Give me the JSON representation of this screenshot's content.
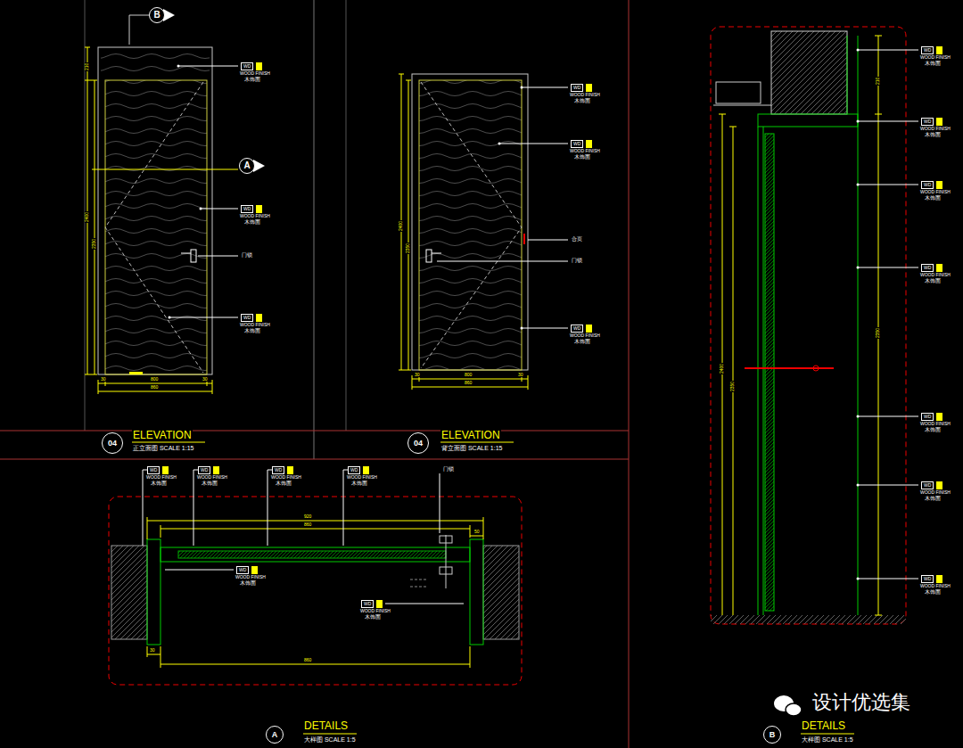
{
  "diagram": {
    "nodes": [
      {
        "text": [
          "B"
        ]
      },
      {
        "text": [
          "A"
        ]
      },
      {
        "text": [
          "WD"
        ]
      },
      {
        "text": [
          "WD"
        ]
      },
      {
        "text": [
          "WD"
        ]
      },
      {
        "text": [
          "WD"
        ]
      },
      {
        "text": [
          "WD"
        ]
      },
      {
        "text": [
          "WD"
        ]
      },
      {
        "text": [
          "WD"
        ]
      },
      {
        "text": [
          "WD"
        ]
      },
      {
        "text": [
          "WD"
        ]
      },
      {
        "text": [
          "WD"
        ]
      },
      {
        "text": [
          "WD"
        ]
      },
      {
        "text": [
          "WD"
        ]
      },
      {
        "text": [
          "WD"
        ]
      },
      {
        "text": [
          "WD"
        ]
      },
      {
        "text": [
          "WD"
        ]
      },
      {
        "text": [
          "WD"
        ]
      },
      {
        "text": [
          "WD"
        ]
      },
      {
        "text": [
          "WD"
        ]
      },
      {
        "text": [
          "WD"
        ]
      },
      {
        "text": [
          "04"
        ]
      },
      {
        "text": [
          "04"
        ]
      },
      {
        "text": [
          "A"
        ]
      },
      {
        "text": [
          "B"
        ]
      }
    ],
    "labels": [
      "WOOD FINISH",
      "木饰面",
      "WOOD FINISH",
      "木饰面",
      "WOOD FINISH",
      "木饰面",
      "WOOD FINISH",
      "木饰面",
      "WOOD FINISH",
      "木饰面",
      "WOOD FINISH",
      "木饰面",
      "WOOD FINISH",
      "木饰面",
      "WOOD FINISH",
      "木饰面",
      "WOOD FINISH",
      "木饰面",
      "WOOD FINISH",
      "木饰面",
      "WOOD FINISH",
      "木饰面",
      "WOOD FINISH",
      "木饰面",
      "WOOD FINISH",
      "木饰面",
      "WOOD FINISH",
      "木饰面",
      "WOOD FINISH",
      "木饰面",
      "WOOD FINISH",
      "木饰面",
      "WOOD FINISH",
      "木饰面",
      "WOOD FINISH",
      "木饰面",
      "WOOD FINISH",
      "木饰面",
      "门锁",
      "合页",
      "门锁",
      "门锁",
      "ELEVATION",
      "正立面图 SCALE 1:15",
      "ELEVATION",
      "背立面图 SCALE 1:15",
      "DETAILS",
      "大样图 SCALE 1:5",
      "DETAILS",
      "大样图 SCALE 1:5",
      "30",
      "800",
      "30",
      "860",
      "210",
      "2400",
      "2350",
      "30",
      "800",
      "30",
      "860",
      "2400",
      "2350",
      "920",
      "860",
      "50",
      "30",
      "860",
      "210",
      "2350",
      "2400",
      "2350",
      "设计优选集"
    ]
  }
}
